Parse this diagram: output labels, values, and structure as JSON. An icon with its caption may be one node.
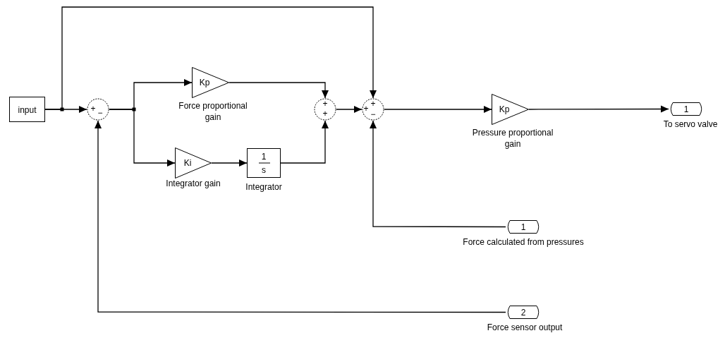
{
  "diagram": {
    "nodes": [
      {
        "text": [
          "input"
        ]
      },
      {
        "text": [
          "+",
          "−"
        ]
      },
      {
        "text": [
          "Kp"
        ],
        "beside": [
          "Force proportional gain"
        ]
      },
      {
        "text": [
          "Ki"
        ],
        "beside": [
          "Integrator gain"
        ]
      },
      {
        "text": [
          "1",
          "s"
        ],
        "beside": [
          "Integrator"
        ]
      },
      {
        "text": [
          "+",
          "+"
        ]
      },
      {
        "text": [
          "+",
          "+",
          "−"
        ]
      },
      {
        "text": [
          "Kp"
        ],
        "beside": [
          "Pressure proportional gain"
        ]
      },
      {
        "text": [
          "1"
        ],
        "beside": [
          "To servo valve"
        ]
      },
      {
        "text": [
          "1"
        ],
        "beside": [
          "Force calculated from pressures"
        ]
      },
      {
        "text": [
          "2"
        ],
        "beside": [
          "Force sensor output"
        ]
      }
    ],
    "edges": [
      {
        "from": 0,
        "to": 1,
        "arrow": "to"
      },
      {
        "from": 0,
        "to": 6,
        "arrow": "to"
      },
      {
        "from": 1,
        "to": 2,
        "arrow": "to"
      },
      {
        "from": 1,
        "to": 3,
        "arrow": "to"
      },
      {
        "from": 2,
        "to": 5,
        "arrow": "to"
      },
      {
        "from": 3,
        "to": 4,
        "arrow": "to"
      },
      {
        "from": 4,
        "to": 5,
        "arrow": "to"
      },
      {
        "from": 5,
        "to": 6,
        "arrow": "to"
      },
      {
        "from": 6,
        "to": 7,
        "arrow": "to"
      },
      {
        "from": 7,
        "to": 8,
        "arrow": "to"
      },
      {
        "from": 9,
        "to": 6,
        "arrow": "to"
      },
      {
        "from": 10,
        "to": 1,
        "arrow": "to"
      }
    ]
  }
}
